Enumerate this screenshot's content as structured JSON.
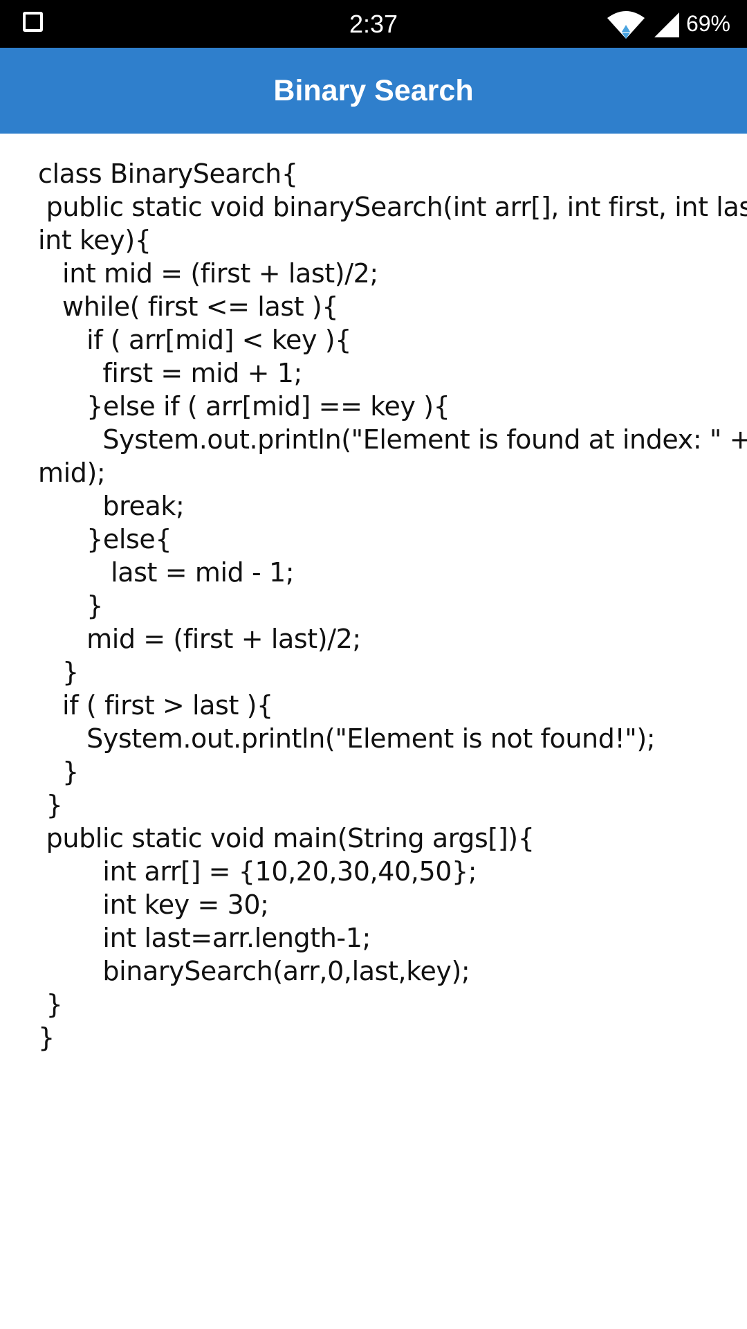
{
  "status_bar": {
    "time": "2:37",
    "battery": "69%",
    "icons": [
      "square-icon",
      "wifi-icon",
      "cell-signal-icon"
    ]
  },
  "app_bar": {
    "title": "Binary Search",
    "color": "#2f7fcc"
  },
  "code": {
    "lines": [
      "class BinarySearch{",
      " public static void binarySearch(int arr[], int first, int last,",
      "int key){",
      "   int mid = (first + last)/2;",
      "   while( first <= last ){",
      "      if ( arr[mid] < key ){",
      "        first = mid + 1;",
      "      }else if ( arr[mid] == key ){",
      "        System.out.println(\"Element is found at index: \" +",
      "mid);",
      "        break;",
      "      }else{",
      "         last = mid - 1;",
      "      }",
      "      mid = (first + last)/2;",
      "   }",
      "   if ( first > last ){",
      "      System.out.println(\"Element is not found!\");",
      "   }",
      " }",
      " public static void main(String args[]){",
      "        int arr[] = {10,20,30,40,50};",
      "        int key = 30;",
      "        int last=arr.length-1;",
      "        binarySearch(arr,0,last,key);",
      " }",
      "}"
    ]
  }
}
